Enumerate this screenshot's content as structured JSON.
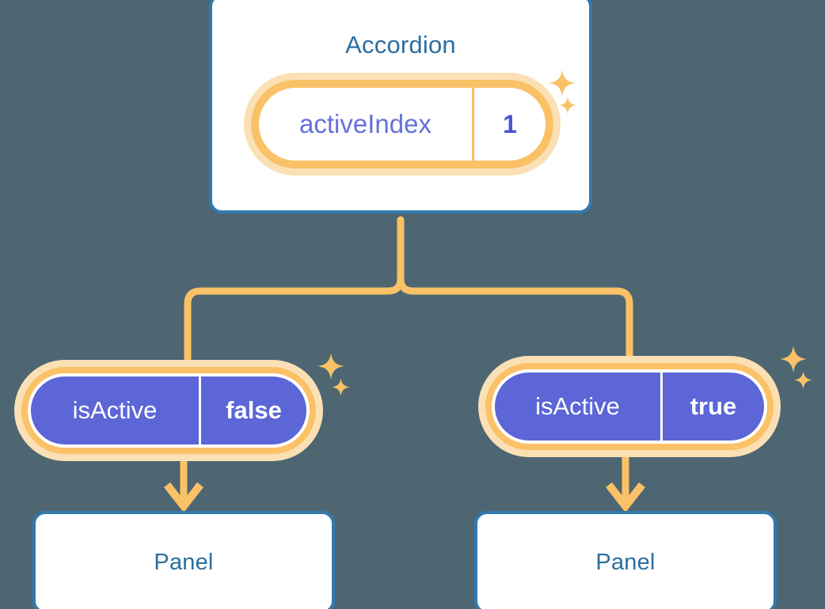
{
  "diagram": {
    "type": "component-state-tree",
    "background_color": "#4d6672",
    "accent_colors": {
      "card_border": "#3379ae",
      "card_title": "#2b6e9e",
      "pill_ring": "#fac166",
      "pill_glow": "#fae0b4",
      "pill_fill_purple": "#5c66d6",
      "pill_text_purple": "#6571db",
      "connector": "#fac166"
    }
  },
  "root": {
    "title": "Accordion",
    "state": {
      "key": "activeIndex",
      "value": "1"
    },
    "sparkle_icons": [
      "sparkle-large-icon",
      "sparkle-small-icon"
    ]
  },
  "children": [
    {
      "id": "left",
      "state": {
        "key": "isActive",
        "value": "false"
      },
      "panel": {
        "title": "Panel"
      },
      "sparkle_icons": [
        "sparkle-large-icon",
        "sparkle-small-icon"
      ],
      "arrow_icon": "arrow-down-icon"
    },
    {
      "id": "right",
      "state": {
        "key": "isActive",
        "value": "true"
      },
      "panel": {
        "title": "Panel"
      },
      "sparkle_icons": [
        "sparkle-large-icon",
        "sparkle-small-icon"
      ],
      "arrow_icon": "arrow-down-icon"
    }
  ]
}
